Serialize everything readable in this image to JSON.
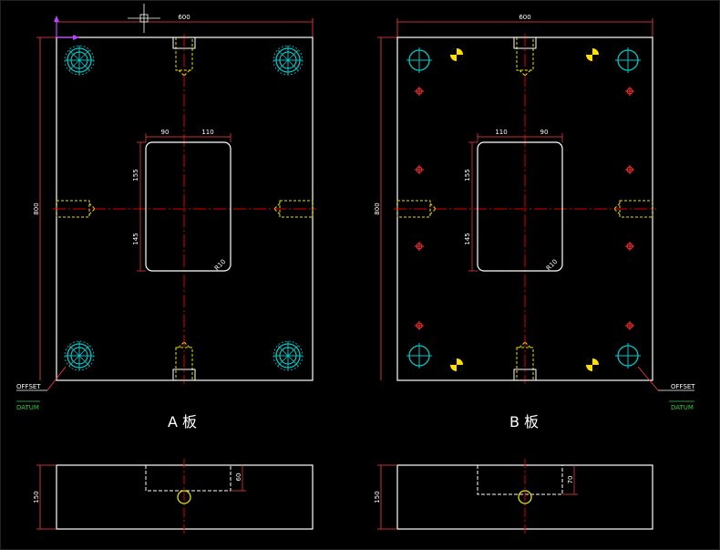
{
  "colors": {
    "background": "#000000",
    "outline": "#ffffff",
    "centerline": "#e00000",
    "dimension": "#ff4040",
    "hole": "#00c8c8",
    "hidden": "#e8e000",
    "datum": "#2ecc40",
    "ucs": "#c040ff",
    "bolt": "#ffe000"
  },
  "plate_a": {
    "title": "A 板",
    "width_label": "600",
    "height_label": "800",
    "pocket_left_label": "90",
    "pocket_right_label": "110",
    "pocket_upper_label": "155",
    "pocket_lower_label": "145",
    "radius_label": "R10",
    "side_height_label": "150",
    "pocket_depth_label": "60"
  },
  "plate_b": {
    "title": "B 板",
    "width_label": "600",
    "height_label": "800",
    "pocket_left_label": "110",
    "pocket_right_label": "90",
    "pocket_upper_label": "155",
    "pocket_lower_label": "145",
    "radius_label": "R10",
    "side_height_label": "150",
    "pocket_depth_label": "70"
  },
  "offset_label": "OFFSET",
  "datum_label": "DATUM",
  "icons": [
    "crosshair-cursor-icon",
    "ucs-axis-icon",
    "guide-pin-icon",
    "bolt-symbol-icon",
    "ejector-mark-icon"
  ]
}
